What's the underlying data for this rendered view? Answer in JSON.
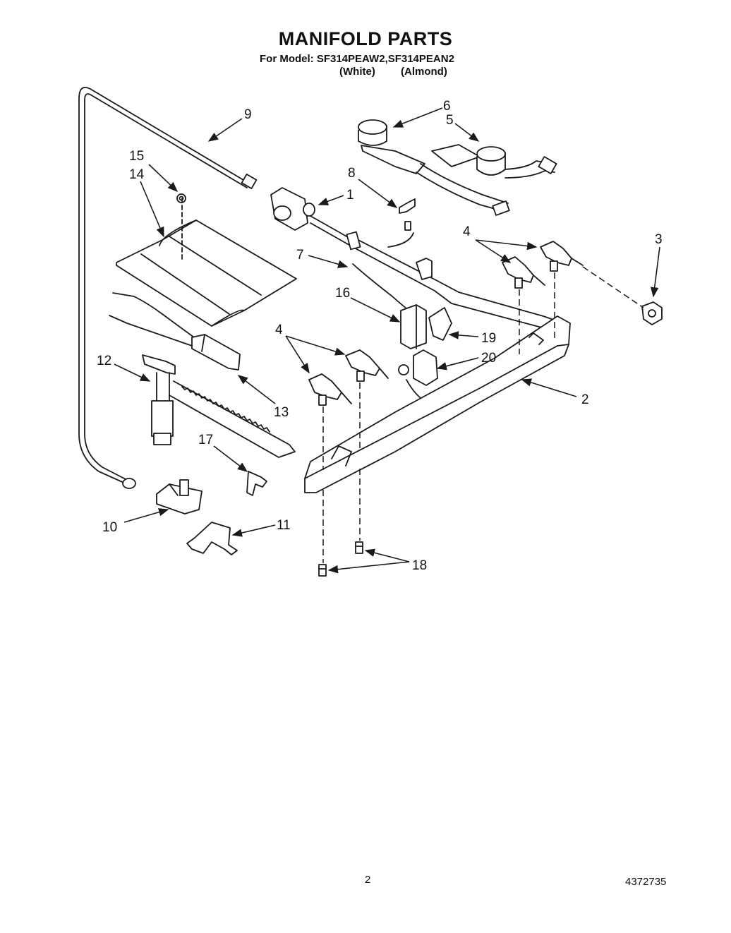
{
  "title": "MANIFOLD PARTS",
  "model_line": "For Model: SF314PEAW2,SF314PEAN2",
  "color_white": "(White)",
  "color_almond": "(Almond)",
  "page_number": "2",
  "document_number": "4372735",
  "callouts": {
    "c1": "1",
    "c2": "2",
    "c3": "3",
    "c4a": "4",
    "c4b": "4",
    "c5": "5",
    "c6": "6",
    "c7": "7",
    "c8": "8",
    "c9": "9",
    "c10": "10",
    "c11": "11",
    "c12": "12",
    "c13": "13",
    "c14": "14",
    "c15": "15",
    "c16": "16",
    "c17": "17",
    "c18": "18",
    "c19": "19",
    "c20": "20"
  }
}
